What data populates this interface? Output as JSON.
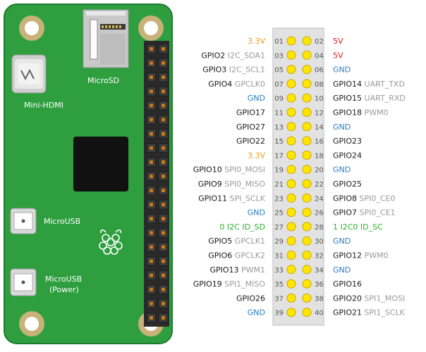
{
  "board": {
    "labels": {
      "microsd": "MicroSD",
      "mini_hdmi": "Mini-HDMI",
      "microusb": "MicroUSB",
      "microusb_power_1": "MicroUSB",
      "microusb_power_2": "(Power)"
    }
  },
  "colors": {
    "board": "#2e9e3f",
    "board_edge": "#1f7a2e",
    "mount_hole": "#c8b27a",
    "chip": "#111111",
    "pin_yellow": "#ffe600",
    "pin_panel": "#e2e2e2",
    "power_3v3": "#e89a1c",
    "power_5v": "#d8201f",
    "gnd": "#2a7bc0",
    "gpio": "#1a1a1a",
    "alt": "#9a9a9a",
    "id_sd": "#2fb02f"
  },
  "pins": [
    {
      "num": "01",
      "side": "left",
      "main": "3.3V",
      "alt": "",
      "kind": "power3"
    },
    {
      "num": "02",
      "side": "right",
      "main": "5V",
      "alt": "",
      "kind": "power5"
    },
    {
      "num": "03",
      "side": "left",
      "main": "GPIO2",
      "alt": "I2C_SDA1",
      "kind": "gpio"
    },
    {
      "num": "04",
      "side": "right",
      "main": "5V",
      "alt": "",
      "kind": "power5"
    },
    {
      "num": "05",
      "side": "left",
      "main": "GPIO3",
      "alt": "I2C_SCL1",
      "kind": "gpio"
    },
    {
      "num": "06",
      "side": "right",
      "main": "GND",
      "alt": "",
      "kind": "gnd"
    },
    {
      "num": "07",
      "side": "left",
      "main": "GPIO4",
      "alt": "GPCLK0",
      "kind": "gpio"
    },
    {
      "num": "08",
      "side": "right",
      "main": "GPIO14",
      "alt": "UART_TXD",
      "kind": "gpio"
    },
    {
      "num": "09",
      "side": "left",
      "main": "GND",
      "alt": "",
      "kind": "gnd"
    },
    {
      "num": "10",
      "side": "right",
      "main": "GPIO15",
      "alt": "UART_RXD",
      "kind": "gpio"
    },
    {
      "num": "11",
      "side": "left",
      "main": "GPIO17",
      "alt": "",
      "kind": "gpio"
    },
    {
      "num": "12",
      "side": "right",
      "main": "GPIO18",
      "alt": "PWM0",
      "kind": "gpio"
    },
    {
      "num": "13",
      "side": "left",
      "main": "GPIO27",
      "alt": "",
      "kind": "gpio"
    },
    {
      "num": "14",
      "side": "right",
      "main": "GND",
      "alt": "",
      "kind": "gnd"
    },
    {
      "num": "15",
      "side": "left",
      "main": "GPIO22",
      "alt": "",
      "kind": "gpio"
    },
    {
      "num": "16",
      "side": "right",
      "main": "GPIO23",
      "alt": "",
      "kind": "gpio"
    },
    {
      "num": "17",
      "side": "left",
      "main": "3.3V",
      "alt": "",
      "kind": "power3"
    },
    {
      "num": "18",
      "side": "right",
      "main": "GPIO24",
      "alt": "",
      "kind": "gpio"
    },
    {
      "num": "19",
      "side": "left",
      "main": "GPIO10",
      "alt": "SPI0_MOSI",
      "kind": "gpio"
    },
    {
      "num": "20",
      "side": "right",
      "main": "GND",
      "alt": "",
      "kind": "gnd"
    },
    {
      "num": "21",
      "side": "left",
      "main": "GPIO9",
      "alt": "SPI0_MISO",
      "kind": "gpio"
    },
    {
      "num": "22",
      "side": "right",
      "main": "GPIO25",
      "alt": "",
      "kind": "gpio"
    },
    {
      "num": "23",
      "side": "left",
      "main": "GPIO11",
      "alt": "SPI_SCLK",
      "kind": "gpio"
    },
    {
      "num": "24",
      "side": "right",
      "main": "GPIO8",
      "alt": "SPI0_CE0",
      "kind": "gpio"
    },
    {
      "num": "25",
      "side": "left",
      "main": "GND",
      "alt": "",
      "kind": "gnd"
    },
    {
      "num": "26",
      "side": "right",
      "main": "GPIO7",
      "alt": "SPI0_CE1",
      "kind": "gpio"
    },
    {
      "num": "27",
      "side": "left",
      "main": "0 I2C ID_SD",
      "alt": "",
      "kind": "id"
    },
    {
      "num": "28",
      "side": "right",
      "main": "1 I2C0 ID_SC",
      "alt": "",
      "kind": "id"
    },
    {
      "num": "29",
      "side": "left",
      "main": "GPIO5",
      "alt": "GPCLK1",
      "kind": "gpio"
    },
    {
      "num": "30",
      "side": "right",
      "main": "GND",
      "alt": "",
      "kind": "gnd"
    },
    {
      "num": "31",
      "side": "left",
      "main": "GPIO6",
      "alt": "GPCLK2",
      "kind": "gpio"
    },
    {
      "num": "32",
      "side": "right",
      "main": "GPIO12",
      "alt": "PWM0",
      "kind": "gpio"
    },
    {
      "num": "33",
      "side": "left",
      "main": "GPIO13",
      "alt": "PWM1",
      "kind": "gpio"
    },
    {
      "num": "34",
      "side": "right",
      "main": "GND",
      "alt": "",
      "kind": "gnd"
    },
    {
      "num": "35",
      "side": "left",
      "main": "GPIO19",
      "alt": "SPI1_MISO",
      "kind": "gpio"
    },
    {
      "num": "36",
      "side": "right",
      "main": "GPIO16",
      "alt": "",
      "kind": "gpio"
    },
    {
      "num": "37",
      "side": "left",
      "main": "GPIO26",
      "alt": "",
      "kind": "gpio"
    },
    {
      "num": "38",
      "side": "right",
      "main": "GPIO20",
      "alt": "SPI1_MOSI",
      "kind": "gpio"
    },
    {
      "num": "39",
      "side": "left",
      "main": "GND",
      "alt": "",
      "kind": "gnd"
    },
    {
      "num": "40",
      "side": "right",
      "main": "GPIO21",
      "alt": "SPI1_SCLK",
      "kind": "gpio"
    }
  ]
}
